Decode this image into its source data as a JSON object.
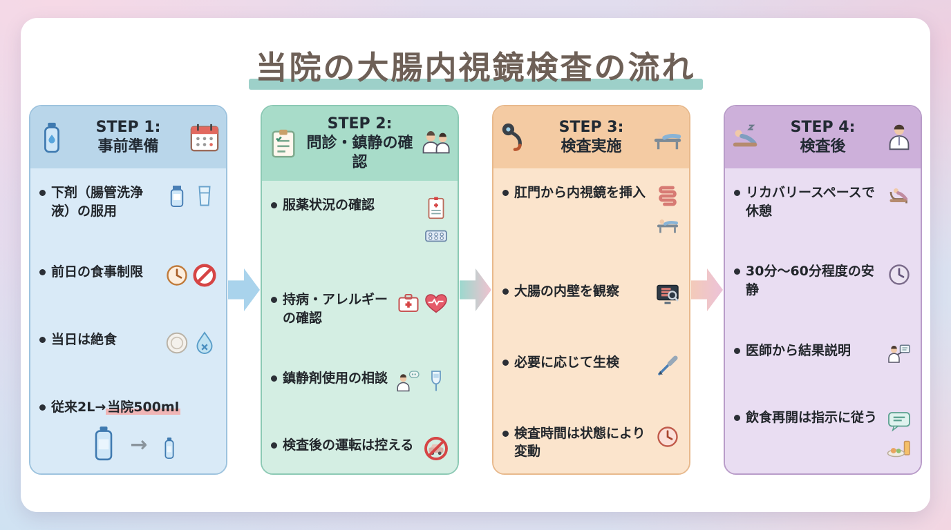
{
  "title": {
    "text": "当院の大腸内視鏡検査の流れ",
    "color": "#6e6057",
    "underline_color": "#8cc8bf"
  },
  "icons": {
    "arrow_right": "→"
  },
  "arrows": [
    {
      "color": "#a9d3ec"
    },
    {
      "color_start": "#9cd8ce",
      "color_end": "#f0c2cf"
    },
    {
      "color_start": "#f3cab9",
      "color_end": "#ecc2d8"
    }
  ],
  "steps": [
    {
      "label": "STEP 1:",
      "name": "事前準備",
      "colors": {
        "header": "#b9d6ea",
        "body": "#d9eaf7",
        "border": "#9dc3de"
      },
      "header_icons": [
        "water-bottle-icon",
        "calendar-icon"
      ],
      "items": [
        {
          "text": "下剤（腸管洗浄液）の服用",
          "icons": [
            "laxative-bottle-icon",
            "glass-icon"
          ]
        },
        {
          "text": "前日の食事制限",
          "icons": [
            "clock-icon",
            "no-sign-icon",
            "meal-icon"
          ]
        },
        {
          "text": "当日は絶食",
          "icons": [
            "plate-icon",
            "water-drop-icon"
          ]
        },
        {
          "text_pre": "従来2L→",
          "text_highlight": "当院500ml",
          "icons": [
            "large-bottle-icon",
            "arrow-right-icon",
            "small-bottle-icon"
          ]
        }
      ]
    },
    {
      "label": "STEP 2:",
      "name": "問診・鎮静の確認",
      "colors": {
        "header": "#a8dcc9",
        "body": "#d4eee3",
        "border": "#8cc9b4"
      },
      "header_icons": [
        "clipboard-icon",
        "doctors-icon"
      ],
      "items": [
        {
          "text": "服薬状況の確認",
          "icons": [
            "medical-chart-icon",
            "pills-icon"
          ]
        },
        {
          "text": "持病・アレルギーの確認",
          "icons": [
            "first-aid-kit-icon",
            "heart-pulse-icon"
          ]
        },
        {
          "text": "鎮静剤使用の相談",
          "icons": [
            "doctor-consult-icon",
            "iv-drip-icon"
          ]
        },
        {
          "text": "検査後の運転は控える",
          "icons": [
            "no-driving-icon"
          ]
        }
      ]
    },
    {
      "label": "STEP 3:",
      "name": "検査実施",
      "colors": {
        "header": "#f4cba3",
        "body": "#fbe4cc",
        "border": "#e8b98c"
      },
      "header_icons": [
        "endoscope-icon",
        "exam-table-icon"
      ],
      "items": [
        {
          "text": "肛門から内視鏡を挿入",
          "icons": [
            "intestine-icon",
            "exam-table-icon"
          ]
        },
        {
          "text": "大腸の内壁を観察",
          "icons": [
            "monitor-icon"
          ]
        },
        {
          "text": "必要に応じて生検",
          "icons": [
            "biopsy-tool-icon"
          ]
        },
        {
          "text": "検査時間は状態により変動",
          "icons": [
            "clock-icon"
          ]
        }
      ]
    },
    {
      "label": "STEP 4:",
      "name": "検査後",
      "colors": {
        "header": "#cdb0da",
        "body": "#e9ddf2",
        "border": "#b99cc9"
      },
      "header_icons": [
        "resting-person-icon",
        "doctor-icon"
      ],
      "items": [
        {
          "text": "リカバリースペースで休憩",
          "icons": [
            "recliner-icon"
          ]
        },
        {
          "text": "30分〜60分程度の安静",
          "icons": [
            "clock-icon",
            "resting-person-icon"
          ]
        },
        {
          "text": "医師から結果説明",
          "icons": [
            "doctor-explain-icon"
          ]
        },
        {
          "text": "飲食再開は指示に従う",
          "icons": [
            "speech-bubble-icon",
            "meal-icon"
          ]
        }
      ]
    }
  ]
}
